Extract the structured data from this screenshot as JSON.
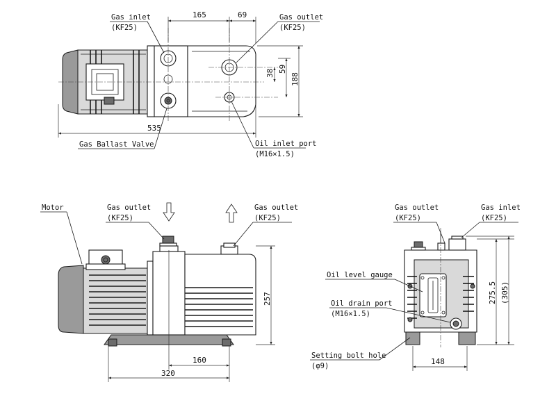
{
  "top_view": {
    "gas_inlet_label": "Gas inlet",
    "gas_inlet_spec": "(KF25)",
    "gas_outlet_label": "Gas outlet",
    "gas_outlet_spec": "(KF25)",
    "gas_ballast_label": "Gas Ballast Valve",
    "oil_inlet_label": "Oil inlet port",
    "oil_inlet_spec": "(M16×1.5)",
    "dim_165": "165",
    "dim_69": "69",
    "dim_38": "38",
    "dim_59": "59",
    "dim_188": "188",
    "dim_535": "535"
  },
  "front_view": {
    "motor_label": "Motor",
    "gas_outlet_label": "Gas outlet",
    "gas_outlet_spec": "(KF25)",
    "gas_outlet2_label": "Gas outlet",
    "gas_outlet2_spec": "(KF25)",
    "dim_257": "257",
    "dim_160": "160",
    "dim_320": "320"
  },
  "side_view": {
    "gas_outlet_label": "Gas outlet",
    "gas_outlet_spec": "(KF25)",
    "gas_inlet_label": "Gas inlet",
    "gas_inlet_spec": "(KF25)",
    "oil_level_label": "Oil level gauge",
    "oil_drain_label": "Oil drain port",
    "oil_drain_spec": "(M16×1.5)",
    "setting_bolt_label": "Setting bolt hole",
    "setting_bolt_spec": "(φ9)",
    "dim_148": "148",
    "dim_2755": "275.5",
    "dim_305": "(305)"
  }
}
